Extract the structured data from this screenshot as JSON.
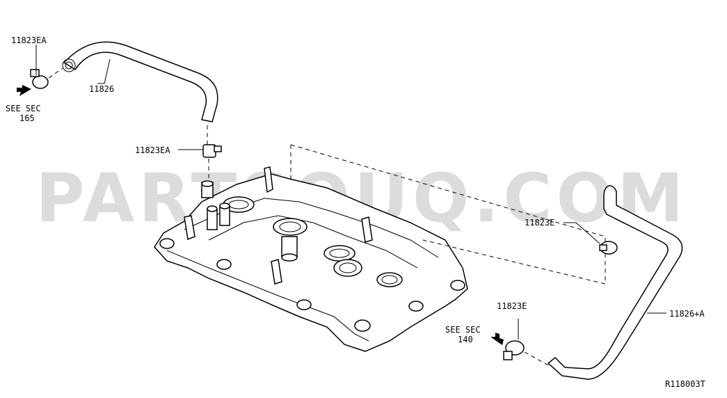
{
  "watermark": "PARTSOUQ.COM",
  "labels": {
    "part_11823EA_top": "11823EA",
    "part_11826": "11826",
    "see_sec_165_line1": "SEE SEC",
    "see_sec_165_line2": "165",
    "part_11823EA_mid": "11823EA",
    "part_11823E_right": "11823E",
    "part_11823E_bottom": "11823E",
    "see_sec_140_line1": "SEE SEC",
    "see_sec_140_line2": "140",
    "part_11826A": "11826+A",
    "diagram_code": "R118003T"
  }
}
